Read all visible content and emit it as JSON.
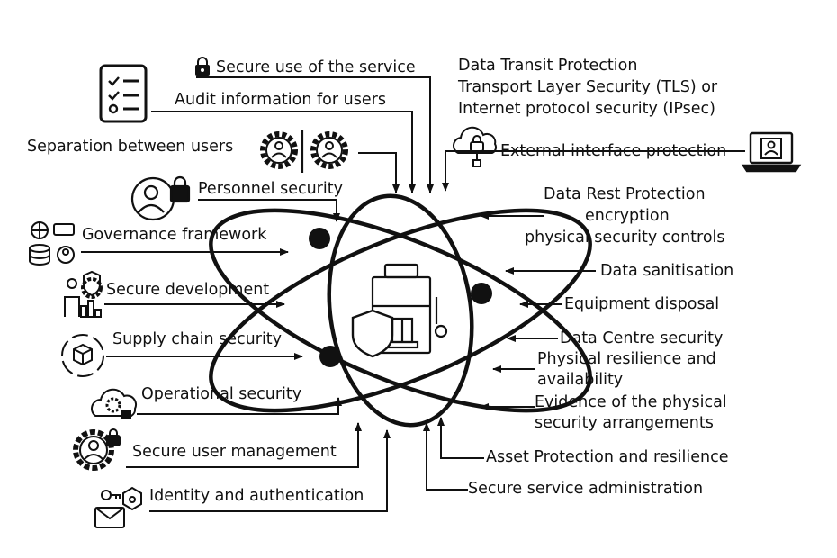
{
  "left_labels": {
    "secure_use": "Secure use of the service",
    "audit_info": "Audit information for users",
    "separation": "Separation between users",
    "personnel": "Personnel security",
    "governance": "Governance framework",
    "secure_dev": "Secure development",
    "supply_chain": "Supply chain security",
    "operational": "Operational security",
    "user_mgmt": "Secure user management",
    "identity": "Identity and authentication"
  },
  "right_labels": {
    "transit_1": "Data Transit Protection",
    "transit_2": "Transport Layer Security (TLS) or",
    "transit_3": "Internet protocol security (IPsec)",
    "external": "External interface protection",
    "rest_1": "Data Rest Protection",
    "rest_2": "encryption",
    "rest_3": "physical security controls",
    "sanitisation": "Data sanitisation",
    "disposal": "Equipment disposal",
    "datacentre": "Data Centre security",
    "resilience_1": "Physical resilience and",
    "resilience_2": "availability",
    "evidence_1": "Evidence of the physical",
    "evidence_2": "security arrangements",
    "asset": "Asset Protection and resilience",
    "admin": "Secure service administration"
  },
  "icons": [
    "checklist-icon",
    "padlock-icon",
    "gear-user-icon",
    "laptop-user-icon",
    "cloud-lock-icon",
    "user-lock-icon",
    "network-database-icon",
    "developer-gear-icon",
    "supply-cycle-icon",
    "cloud-gear-icon",
    "gear-lock-icon",
    "key-envelope-icon",
    "shield-icon",
    "atom-icon"
  ]
}
